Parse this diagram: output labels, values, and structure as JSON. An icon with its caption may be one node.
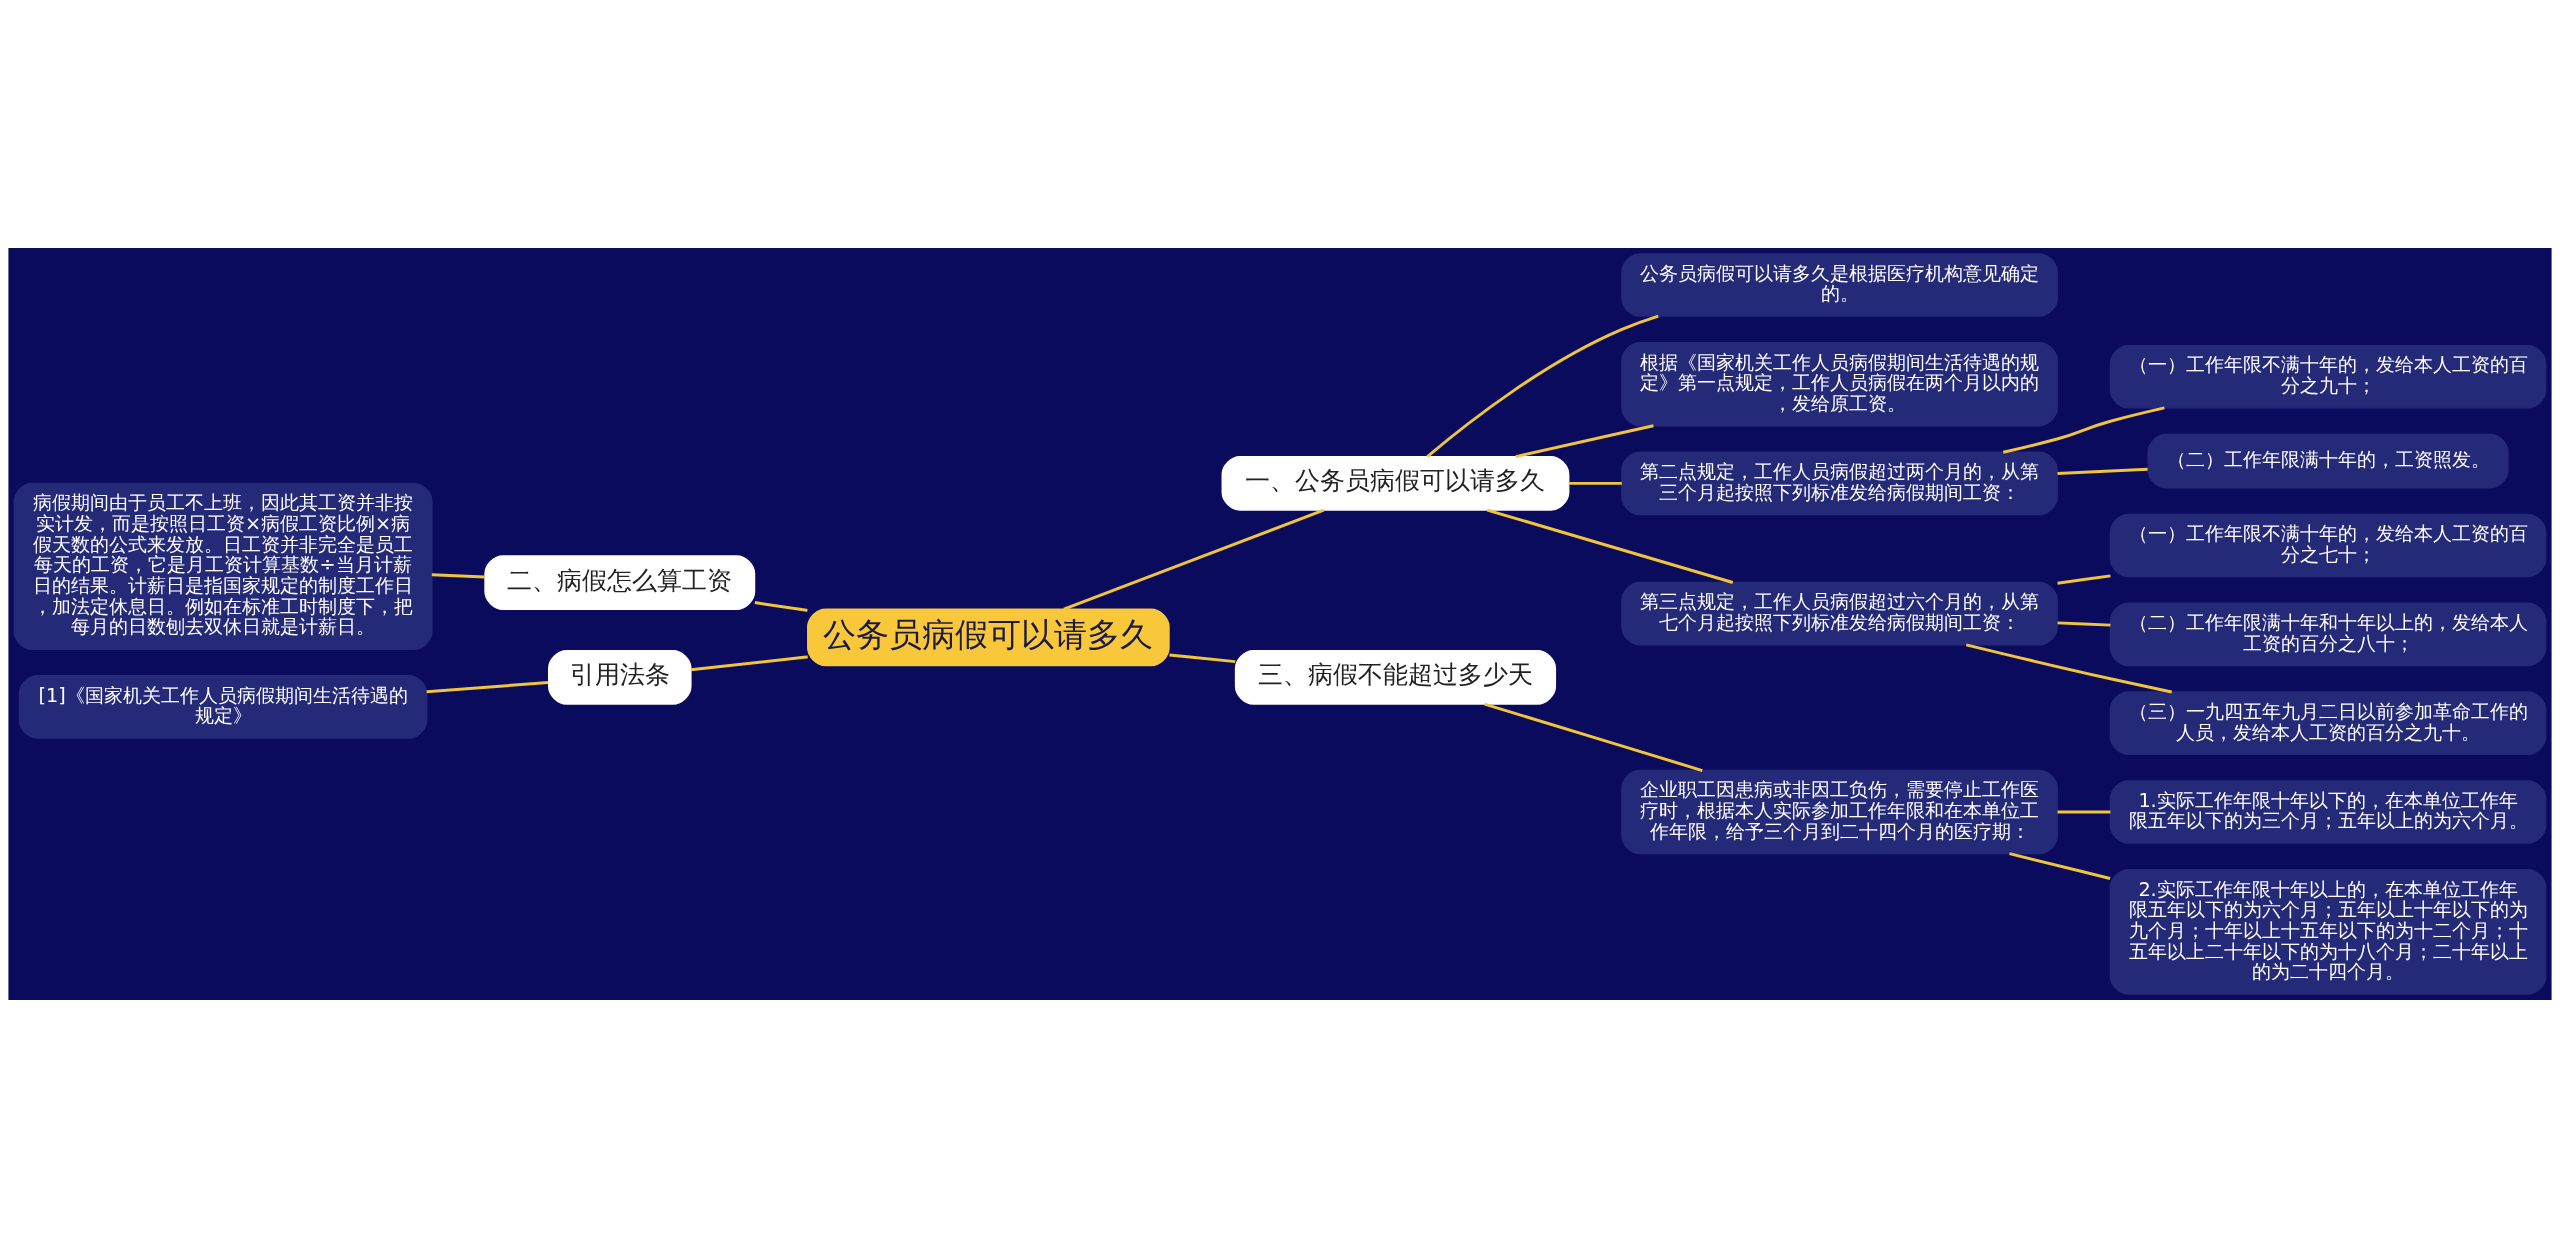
{
  "diagram": {
    "nodes": [
      {
        "text": [
          "公务员病假可以请多久"
        ]
      },
      {
        "text": [
          "二、病假怎么算工资"
        ]
      },
      {
        "text": [
          "病假期间由于员工不上班，因此其工资并非按实计发，而是按照日工资×病假工资比例×病假天数的公式来发放。日工资并非完全是员工每天的工资，它是月工资计算基数÷当月计薪日的结果。计薪日是指国家规定的制度工作日，加法定休息日。例如在标准工时制度下，把每月的日数刨去双休日就是计薪日。"
        ]
      },
      {
        "text": [
          "引用法条"
        ]
      },
      {
        "text": [
          "[1]《国家机关工作人员病假期间生活待遇的规定》"
        ]
      },
      {
        "text": [
          "一、公务员病假可以请多久"
        ]
      },
      {
        "text": [
          "公务员病假可以请多久是根据医疗机构意见确定的。"
        ]
      },
      {
        "text": [
          "根据《国家机关工作人员病假期间生活待遇的规定》第一点规定，工作人员病假在两个月以内的，发给原工资。"
        ]
      },
      {
        "text": [
          "第二点规定，工作人员病假超过两个月的，从第三个月起按照下列标准发给病假期间工资："
        ]
      },
      {
        "text": [
          "（一）工作年限不满十年的，发给本人工资的百分之九十；"
        ]
      },
      {
        "text": [
          "（二）工作年限满十年的，工资照发。"
        ]
      },
      {
        "text": [
          "第三点规定，工作人员病假超过六个月的，从第七个月起按照下列标准发给病假期间工资："
        ]
      },
      {
        "text": [
          "（一）工作年限不满十年的，发给本人工资的百分之七十；"
        ]
      },
      {
        "text": [
          "（二）工作年限满十年和十年以上的，发给本人工资的百分之八十；"
        ]
      },
      {
        "text": [
          "（三）一九四五年九月二日以前参加革命工作的人员，发给本人工资的百分之九十。"
        ]
      },
      {
        "text": [
          "三、病假不能超过多少天"
        ]
      },
      {
        "text": [
          "企业职工因患病或非因工负伤，需要停止工作医疗时，根据本人实际参加工作年限和在本单位工作年限，给予三个月到二十四个月的医疗期："
        ]
      },
      {
        "text": [
          "1.实际工作年限十年以下的，在本单位工作年限五年以下的为三个月；五年以上的为六个月。"
        ]
      },
      {
        "text": [
          "2.实际工作年限十年以上的，在本单位工作年限五年以下的为六个月；五年以上十年以下的为九个月；十年以上十五年以下的为十二个月；十五年以上二十年以下的为十八个月；二十年以上的为二十四个月。"
        ]
      }
    ],
    "edges": [
      {
        "from": 1,
        "to": 0,
        "arrow": "none"
      },
      {
        "from": 2,
        "to": 1,
        "arrow": "none"
      },
      {
        "from": 3,
        "to": 0,
        "arrow": "none"
      },
      {
        "from": 4,
        "to": 3,
        "arrow": "none"
      },
      {
        "from": 0,
        "to": 5,
        "arrow": "none"
      },
      {
        "from": 5,
        "to": 6,
        "arrow": "none"
      },
      {
        "from": 5,
        "to": 7,
        "arrow": "none"
      },
      {
        "from": 5,
        "to": 8,
        "arrow": "none"
      },
      {
        "from": 8,
        "to": 9,
        "arrow": "none"
      },
      {
        "from": 8,
        "to": 10,
        "arrow": "none"
      },
      {
        "from": 5,
        "to": 11,
        "arrow": "none"
      },
      {
        "from": 11,
        "to": 12,
        "arrow": "none"
      },
      {
        "from": 11,
        "to": 13,
        "arrow": "none"
      },
      {
        "from": 11,
        "to": 14,
        "arrow": "none"
      },
      {
        "from": 0,
        "to": 15,
        "arrow": "none"
      },
      {
        "from": 15,
        "to": 16,
        "arrow": "none"
      },
      {
        "from": 16,
        "to": 17,
        "arrow": "none"
      },
      {
        "from": 16,
        "to": 18,
        "arrow": "none"
      }
    ]
  }
}
